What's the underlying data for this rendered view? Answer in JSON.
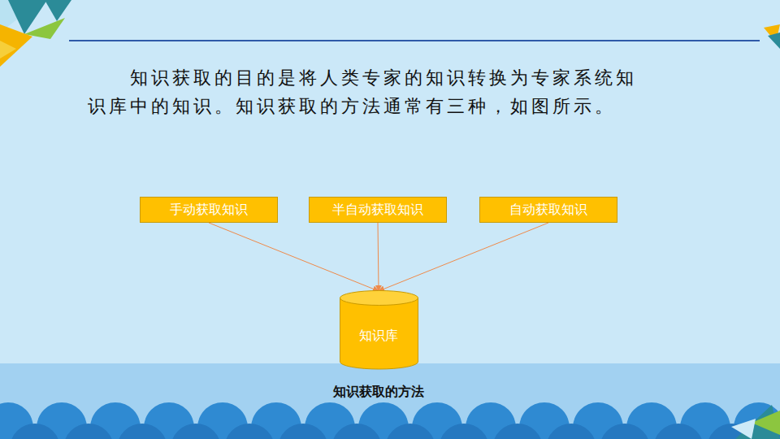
{
  "diagram": {
    "caption": "知识获取的方法",
    "nodes": [
      {
        "text": [
          "手动获取知识"
        ]
      },
      {
        "text": [
          "半自动获取知识"
        ]
      },
      {
        "text": [
          "自动获取知识"
        ]
      },
      {
        "text": [
          "知识库"
        ]
      }
    ],
    "edges": [
      {
        "from": 0,
        "to": 3,
        "arrow": "to"
      },
      {
        "from": 1,
        "to": 3,
        "arrow": "to"
      },
      {
        "from": 2,
        "to": 3,
        "arrow": "to"
      }
    ],
    "labels": [
      "知识获取的目的是将人类专家的知识转换为专家系统知识库中的知识。知识获取的方法通常有三种，如图所示。"
    ]
  }
}
